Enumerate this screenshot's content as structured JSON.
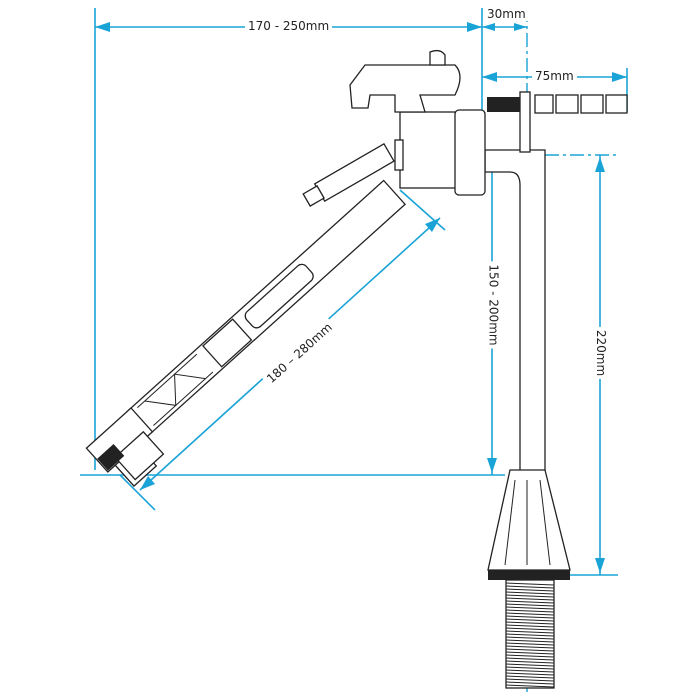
{
  "diagram": {
    "title_dims": {
      "overall_width": "170 - 250mm",
      "offset": "30mm",
      "rod_length": "75mm",
      "arm_height": "150 - 200mm",
      "stem_height": "220mm",
      "arm_length": "180 – 280mm"
    },
    "colors": {
      "dimension": "#1aa3d6",
      "outline": "#222222"
    }
  }
}
